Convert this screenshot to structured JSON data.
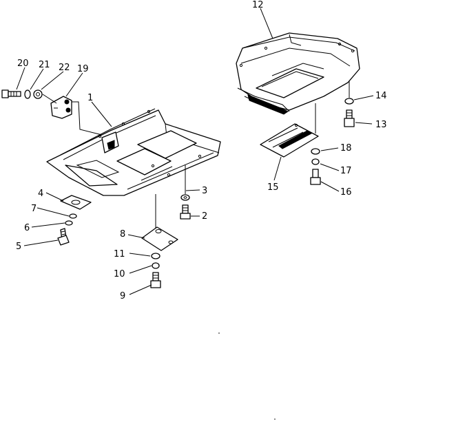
{
  "callouts": {
    "n1": "1",
    "n2": "2",
    "n3": "3",
    "n4": "4",
    "n5": "5",
    "n6": "6",
    "n7": "7",
    "n8": "8",
    "n9": "9",
    "n10": "10",
    "n11": "11",
    "n12": "12",
    "n13": "13",
    "n14": "14",
    "n15": "15",
    "n16": "16",
    "n17": "17",
    "n18": "18",
    "n19": "19",
    "n20": "20",
    "n21": "21",
    "n22": "22"
  },
  "colors": {
    "ink": "#000000",
    "paper": "#ffffff"
  }
}
